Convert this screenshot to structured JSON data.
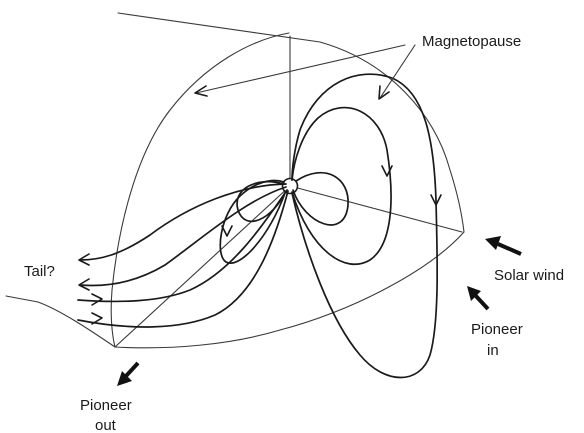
{
  "labels": {
    "magnetopause": "Magnetopause",
    "tail": "Tail?",
    "solar_wind": "Solar wind",
    "pioneer_in_line1": "Pioneer",
    "pioneer_in_line2": "in",
    "pioneer_out_line1": "Pioneer",
    "pioneer_out_line2": "out"
  }
}
